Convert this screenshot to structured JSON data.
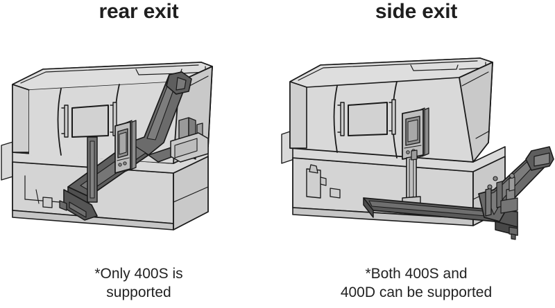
{
  "figure": {
    "kind": "technical-illustration",
    "subject": "CNC lathe machine chip conveyor exit configurations",
    "background_color": "#ffffff",
    "palette": {
      "outline": "#1a1a1a",
      "body_light": "#d9d9d9",
      "body_mid": "#cccccc",
      "body_shadow": "#bdbdbd",
      "conveyor_dark": "#5e5e5e",
      "conveyor_mid": "#6f6f6f",
      "conveyor_light": "#8a8a8a",
      "screen_fill": "#9a9a9a",
      "text_color": "#1f1f1f"
    }
  },
  "panels": [
    {
      "id": "rear-exit",
      "title": "rear exit",
      "caption": "*Only 400S is\nsupported",
      "conveyor_direction": "rear",
      "supported_models": [
        "400S"
      ]
    },
    {
      "id": "side-exit",
      "title": "side exit",
      "caption": "*Both 400S and\n400D can be supported",
      "conveyor_direction": "side",
      "supported_models": [
        "400S",
        "400D"
      ]
    }
  ],
  "machine_parts": {
    "enclosure": "sheet-metal enclosure",
    "door_window": "door viewing window",
    "handle": "door handle",
    "operator_panel": "operator control panel",
    "pendant_arm": "pendant support arm",
    "base": "machine base",
    "chip_conveyor": "chip conveyor",
    "coolant_tank": "coolant tank",
    "leveling_foot": "leveling foot"
  }
}
